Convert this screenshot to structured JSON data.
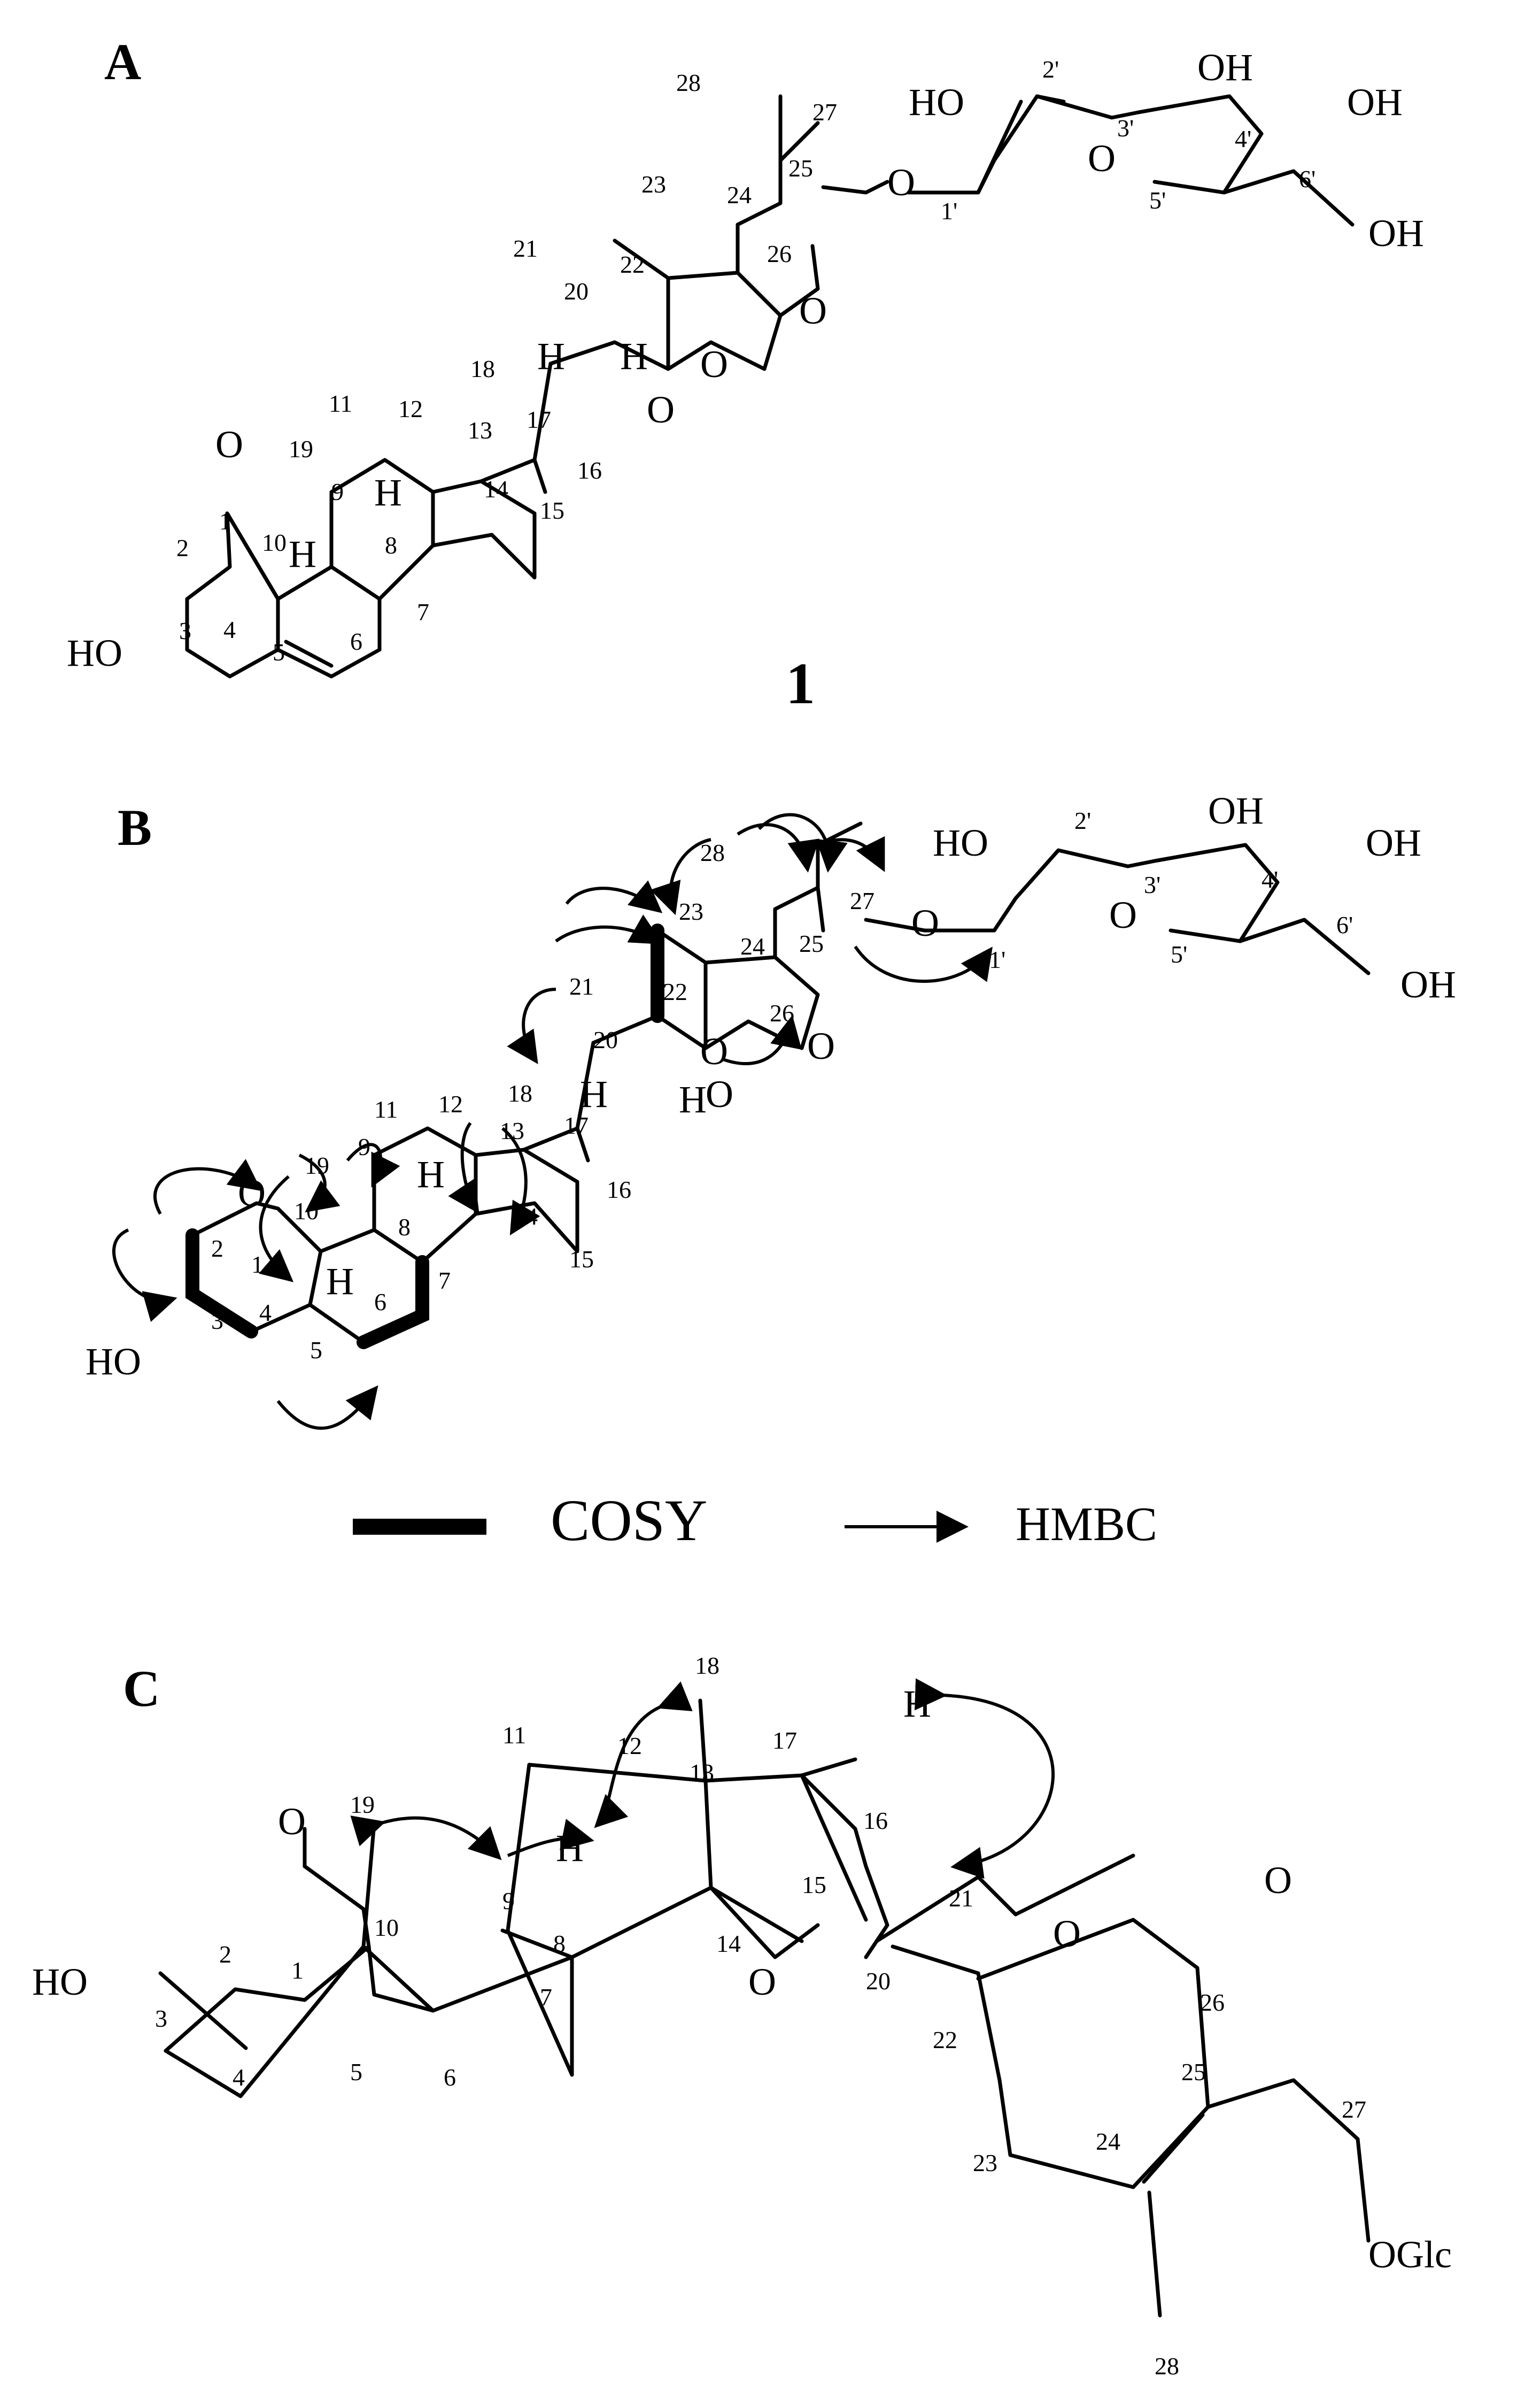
{
  "panels": {
    "a": {
      "letter": "A",
      "compound_number": "1"
    },
    "b": {
      "letter": "B"
    },
    "c": {
      "letter": "C"
    }
  },
  "atoms": {
    "o": "O",
    "ho": "HO",
    "oh": "OH",
    "h": "H",
    "oglc": "OGlc"
  },
  "locants": {
    "c1": "1",
    "c2": "2",
    "c3": "3",
    "c4": "4",
    "c5": "5",
    "c6": "6",
    "c7": "7",
    "c8": "8",
    "c9": "9",
    "c10": "10",
    "c11": "11",
    "c12": "12",
    "c13": "13",
    "c14": "14",
    "c15": "15",
    "c16": "16",
    "c17": "17",
    "c18": "18",
    "c19": "19",
    "c20": "20",
    "c21": "21",
    "c22": "22",
    "c23": "23",
    "c24": "24",
    "c25": "25",
    "c26": "26",
    "c27": "27",
    "c28": "28",
    "s1": "1'",
    "s2": "2'",
    "s3": "3'",
    "s4": "4'",
    "s5": "5'",
    "s6": "6'"
  },
  "legend": {
    "cosy": "COSY",
    "hmbc": "HMBC"
  }
}
